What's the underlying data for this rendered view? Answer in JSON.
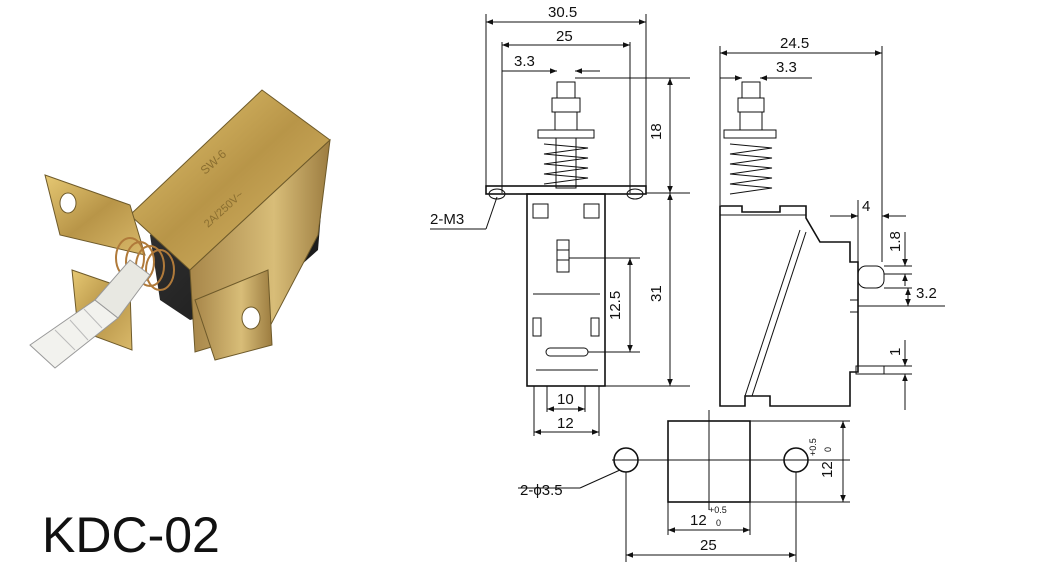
{
  "product": {
    "model": "KDC-02",
    "photo_marking": {
      "line1": "SW-6",
      "line2": "2A/250V~"
    }
  },
  "front_view": {
    "overall_width": "30.5",
    "mount_width": "25",
    "actuator_offset": "3.3",
    "actuator_height": "18",
    "body_height": "31",
    "terminal_spacing": "12.5",
    "bottom_inner_width": "10",
    "bottom_outer_width": "12",
    "thread_callout": "2-M3"
  },
  "side_view": {
    "overall_depth": "24.5",
    "actuator_offset": "3.3",
    "terminal_offset": "4",
    "terminal_thickness": "1.8",
    "terminal_slot": "3.2",
    "pin_thickness": "1"
  },
  "panel_cutout": {
    "hole_callout": "2-ϕ3.5",
    "cutout_width": "12",
    "cutout_width_tol_upper": "+0.5",
    "cutout_width_tol_lower": "0",
    "cutout_height": "12",
    "cutout_height_tol_upper": "+0.5",
    "cutout_height_tol_lower": "0",
    "hole_spacing": "25"
  },
  "colors": {
    "lines": "#111111",
    "metal_bracket": "#c9a94a",
    "plastic_body": "#2a2a2a",
    "actuator": "#f2f2ee",
    "spring": "#b07a3a"
  }
}
